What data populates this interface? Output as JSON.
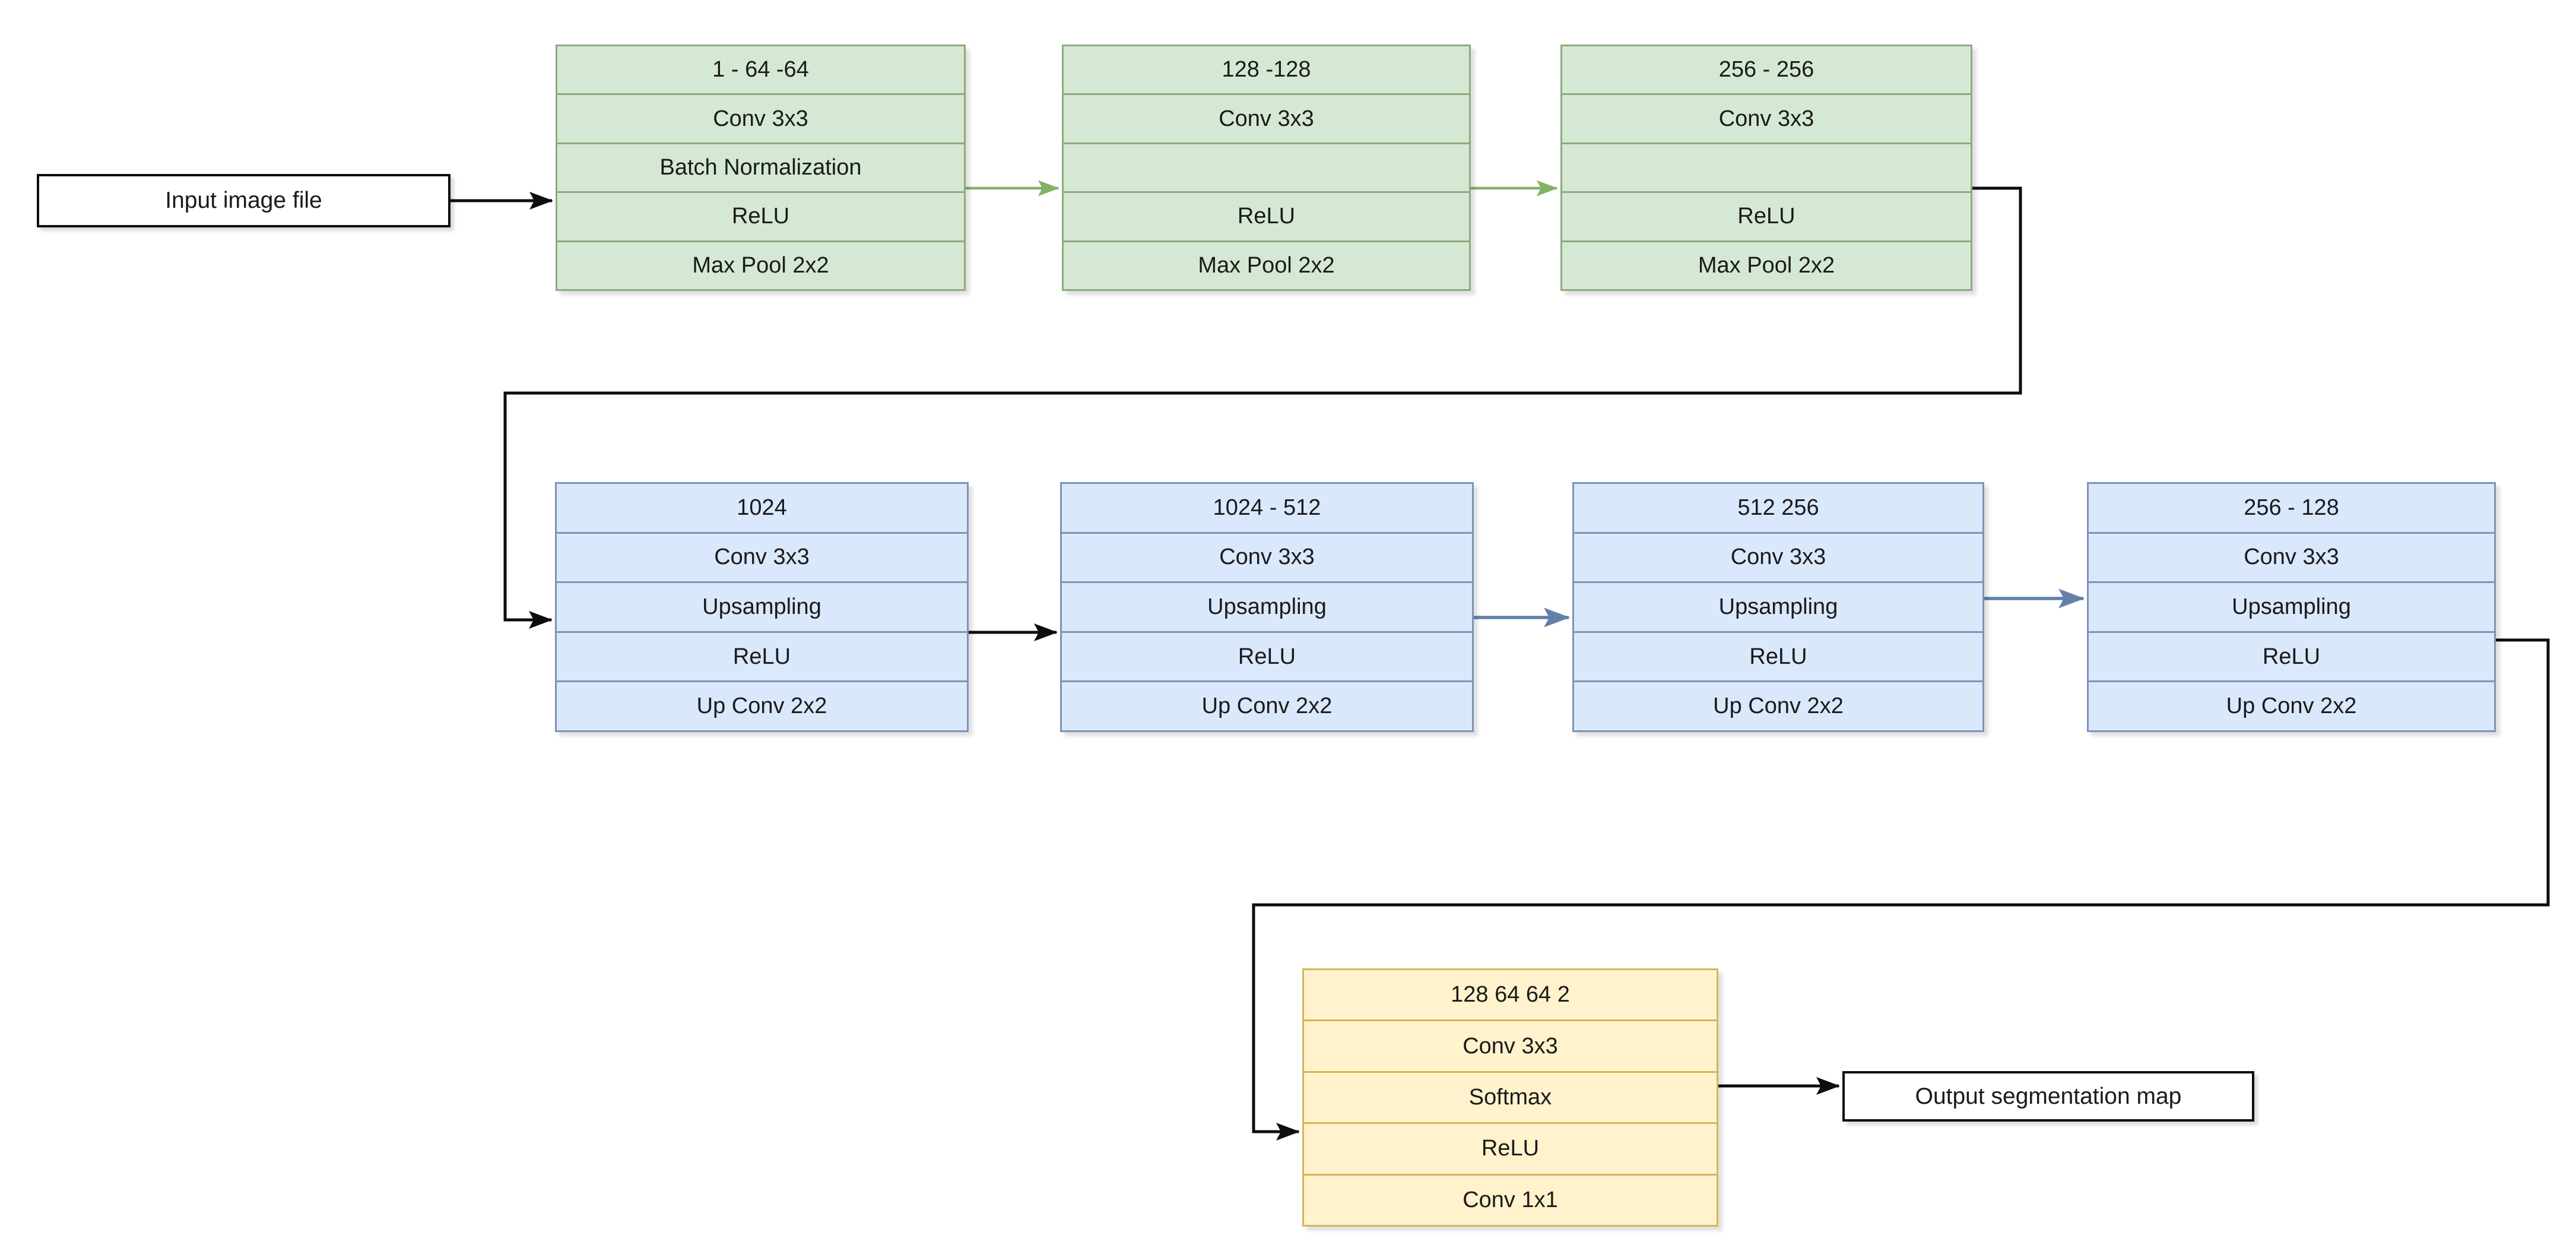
{
  "title": "CNN segmentation network architecture diagram",
  "palette": {
    "bg": "#ffffff",
    "text": "#1a1a1a",
    "green-fill": "#d5e8d4",
    "green-border": "#8cab7c",
    "blue-fill": "#dae8fc",
    "blue-border": "#7e93b6",
    "yellow-fill": "#fff2cc",
    "yellow-border": "#d6b656",
    "box-fill": "#ffffff",
    "box-border": "#0d0d0d",
    "arrow-black": "#0d0d0d",
    "arrow-green": "#82b366",
    "arrow-blue": "#6380a8"
  },
  "io_boxes": {
    "input": {
      "label": "Input image file"
    },
    "output": {
      "label": "Output segmentation map"
    }
  },
  "blocks": [
    {
      "id": "encoder-1",
      "color": "green",
      "rows": [
        "1 - 64 -64",
        "Conv 3x3",
        "Batch Normalization",
        "ReLU",
        "Max Pool 2x2"
      ]
    },
    {
      "id": "encoder-2",
      "color": "green",
      "rows": [
        "128 -128",
        "Conv 3x3",
        "",
        "ReLU",
        "Max Pool 2x2"
      ]
    },
    {
      "id": "encoder-3",
      "color": "green",
      "rows": [
        "256 - 256",
        "Conv 3x3",
        "",
        "ReLU",
        "Max Pool 2x2"
      ]
    },
    {
      "id": "decoder-1",
      "color": "blue",
      "rows": [
        "1024",
        "Conv 3x3",
        "Upsampling",
        "ReLU",
        "Up Conv 2x2"
      ]
    },
    {
      "id": "decoder-2",
      "color": "blue",
      "rows": [
        "1024 - 512",
        "Conv 3x3",
        "Upsampling",
        "ReLU",
        "Up Conv 2x2"
      ]
    },
    {
      "id": "decoder-3",
      "color": "blue",
      "rows": [
        "512 256",
        "Conv 3x3",
        "Upsampling",
        "ReLU",
        "Up Conv 2x2"
      ]
    },
    {
      "id": "decoder-4",
      "color": "blue",
      "rows": [
        "256 - 128",
        "Conv 3x3",
        "Upsampling",
        "ReLU",
        "Up Conv 2x2"
      ]
    },
    {
      "id": "output-head",
      "color": "yellow",
      "rows": [
        "128 64 64 2",
        "Conv 3x3",
        "Softmax",
        "ReLU",
        "Conv 1x1"
      ]
    }
  ],
  "edges": [
    {
      "id": "input-to-encoder1",
      "color": "black",
      "style": "straight"
    },
    {
      "id": "encoder1-to-encoder2",
      "color": "green",
      "style": "straight"
    },
    {
      "id": "encoder2-to-encoder3",
      "color": "green",
      "style": "straight"
    },
    {
      "id": "encoder3-to-decoder1",
      "color": "black",
      "style": "orthogonal"
    },
    {
      "id": "decoder1-to-decoder2",
      "color": "black",
      "style": "straight"
    },
    {
      "id": "decoder2-to-decoder3",
      "color": "blue",
      "style": "straight"
    },
    {
      "id": "decoder3-to-decoder4",
      "color": "blue",
      "style": "straight"
    },
    {
      "id": "decoder4-to-outputhead",
      "color": "black",
      "style": "orthogonal"
    },
    {
      "id": "outputhead-to-output",
      "color": "black",
      "style": "straight"
    }
  ]
}
